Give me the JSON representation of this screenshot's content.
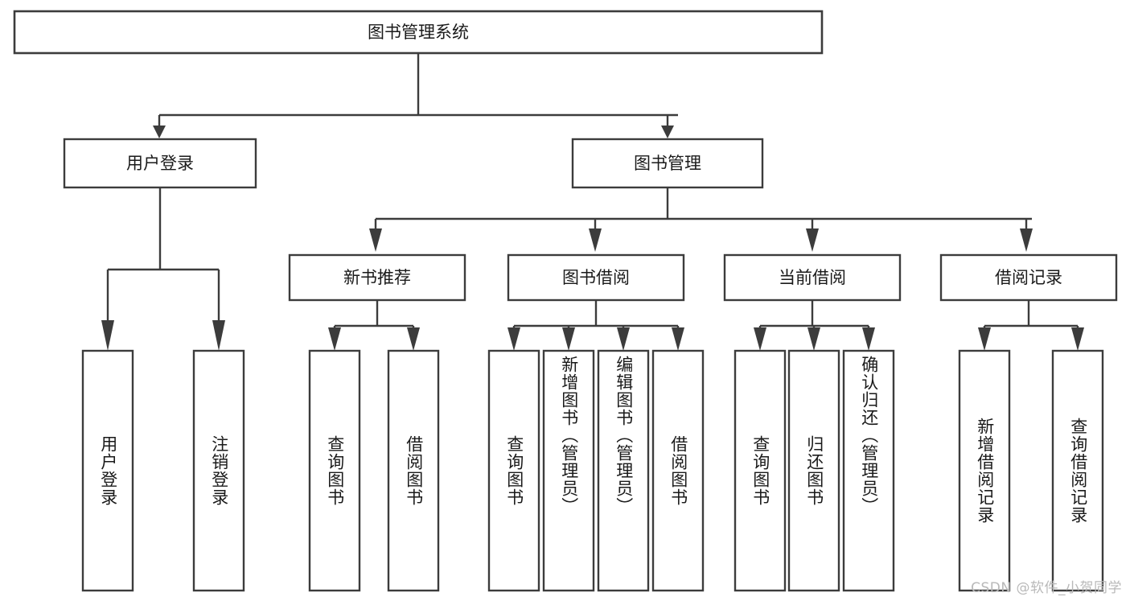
{
  "diagram": {
    "type": "hierarchy-tree",
    "title": "图书管理系统",
    "orientation": "top-down",
    "colors": {
      "box_stroke": "#3c3c3c",
      "box_fill": "#ffffff",
      "text": "#1a1a1a",
      "background": "#ffffff",
      "watermark": "#b9b9b9"
    },
    "root": {
      "label": "图书管理系统",
      "level": 0
    },
    "level1": [
      {
        "label": "用户登录"
      },
      {
        "label": "图书管理"
      }
    ],
    "level2": [
      {
        "label": "新书推荐"
      },
      {
        "label": "图书借阅"
      },
      {
        "label": "当前借阅"
      },
      {
        "label": "借阅记录"
      }
    ],
    "leaves": {
      "user_login": [
        {
          "label": "用户登录"
        },
        {
          "label": "注销登录"
        }
      ],
      "new_book_recommend": [
        {
          "label": "查询图书"
        },
        {
          "label": "借阅图书"
        }
      ],
      "book_borrow": [
        {
          "label": "查询图书"
        },
        {
          "label": "新增图书（管理员）"
        },
        {
          "label": "编辑图书（管理员）"
        },
        {
          "label": "借阅图书"
        }
      ],
      "current_borrow": [
        {
          "label": "查询图书"
        },
        {
          "label": "归还图书"
        },
        {
          "label": "确认归还（管理员）"
        }
      ],
      "borrow_record": [
        {
          "label": "新增借阅记录"
        },
        {
          "label": "查询借阅记录"
        }
      ]
    }
  },
  "watermark": {
    "text": "CSDN @软件_小贺同学"
  }
}
